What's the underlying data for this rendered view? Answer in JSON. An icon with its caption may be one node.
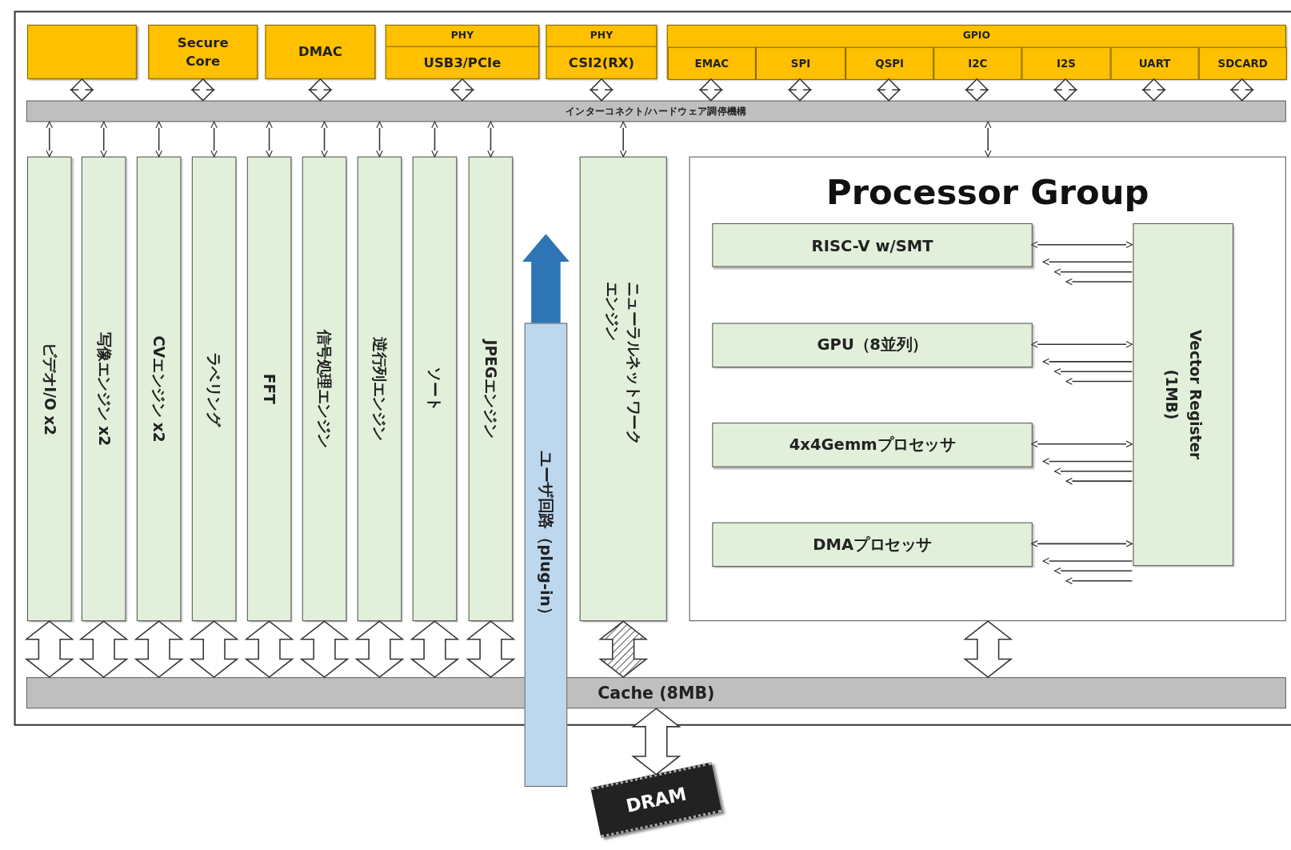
{
  "diagram": {
    "nodes": [
      {
        "text": [],
        "shape": "box"
      },
      {
        "text": [
          "Secure Core"
        ]
      },
      {
        "text": [
          "DMAC"
        ]
      },
      {
        "text": [
          "PHY",
          "USB3/PCIe"
        ]
      },
      {
        "text": [
          "PHY",
          "CSI2(RX)"
        ]
      },
      {
        "text": [
          "GPIO"
        ]
      },
      {
        "text": [
          "EMAC"
        ],
        "in": 5
      },
      {
        "text": [
          "SPI"
        ],
        "in": 5
      },
      {
        "text": [
          "QSPI"
        ],
        "in": 5
      },
      {
        "text": [
          "I2C"
        ],
        "in": 5
      },
      {
        "text": [
          "I2S"
        ],
        "in": 5
      },
      {
        "text": [
          "UART"
        ],
        "in": 5
      },
      {
        "text": [
          "SDCARD"
        ],
        "in": 5
      },
      {
        "text": [
          "インターコネクト/ハードウェア調停機構"
        ]
      },
      {
        "text": [
          "ビデオI/O x2"
        ]
      },
      {
        "text": [
          "写像エンジン x2"
        ]
      },
      {
        "text": [
          "CVエンジン x2"
        ]
      },
      {
        "text": [
          "ラベリング"
        ]
      },
      {
        "text": [
          "FFT"
        ]
      },
      {
        "text": [
          "信号処理エンジン"
        ]
      },
      {
        "text": [
          "逆行列エンジン"
        ]
      },
      {
        "text": [
          "ソート"
        ]
      },
      {
        "text": [
          "JPEGエンジン"
        ]
      },
      {
        "text": [
          "ニューラルネットワークエンジン"
        ]
      },
      {
        "text": [
          "ユーザ回路（plug-in）"
        ]
      },
      {
        "text": [
          "Processor Group"
        ]
      },
      {
        "text": [
          "RISC-V w/SMT"
        ],
        "in": 25
      },
      {
        "text": [
          "GPU（8並列）"
        ],
        "in": 25
      },
      {
        "text": [
          "4x4Gemmプロセッサ"
        ],
        "in": 25
      },
      {
        "text": [
          "DMAプロセッサ"
        ],
        "in": 25
      },
      {
        "text": [
          "Vector Register (1MB)"
        ],
        "in": 25
      },
      {
        "text": [
          "Cache (8MB)"
        ]
      },
      {
        "text": [
          "DRAM"
        ]
      }
    ],
    "edges": [
      {
        "from": 0,
        "to": 13,
        "arrow": "both",
        "style": "thick"
      },
      {
        "from": 1,
        "to": 13,
        "arrow": "both",
        "style": "thick"
      },
      {
        "from": 2,
        "to": 13,
        "arrow": "both",
        "style": "thick"
      },
      {
        "from": 3,
        "to": 13,
        "arrow": "both",
        "style": "thick"
      },
      {
        "from": 4,
        "to": 13,
        "arrow": "both",
        "style": "thick"
      },
      {
        "from": 6,
        "to": 13,
        "arrow": "both",
        "style": "thick"
      },
      {
        "from": 7,
        "to": 13,
        "arrow": "both",
        "style": "thick"
      },
      {
        "from": 8,
        "to": 13,
        "arrow": "both",
        "style": "thick"
      },
      {
        "from": 9,
        "to": 13,
        "arrow": "both",
        "style": "thick"
      },
      {
        "from": 10,
        "to": 13,
        "arrow": "both",
        "style": "thick"
      },
      {
        "from": 11,
        "to": 13,
        "arrow": "both",
        "style": "thick"
      },
      {
        "from": 12,
        "to": 13,
        "arrow": "both",
        "style": "thick"
      },
      {
        "from": 13,
        "to": 14,
        "arrow": "both"
      },
      {
        "from": 13,
        "to": 15,
        "arrow": "both"
      },
      {
        "from": 13,
        "to": 16,
        "arrow": "both"
      },
      {
        "from": 13,
        "to": 17,
        "arrow": "both"
      },
      {
        "from": 13,
        "to": 18,
        "arrow": "both"
      },
      {
        "from": 13,
        "to": 19,
        "arrow": "both"
      },
      {
        "from": 13,
        "to": 20,
        "arrow": "both"
      },
      {
        "from": 13,
        "to": 21,
        "arrow": "both"
      },
      {
        "from": 13,
        "to": 22,
        "arrow": "both"
      },
      {
        "from": 13,
        "to": 23,
        "arrow": "both"
      },
      {
        "from": 13,
        "to": 25,
        "arrow": "both"
      },
      {
        "from": 14,
        "to": 31,
        "arrow": "both",
        "style": "thick"
      },
      {
        "from": 15,
        "to": 31,
        "arrow": "both",
        "style": "thick"
      },
      {
        "from": 16,
        "to": 31,
        "arrow": "both",
        "style": "thick"
      },
      {
        "from": 17,
        "to": 31,
        "arrow": "both",
        "style": "thick"
      },
      {
        "from": 18,
        "to": 31,
        "arrow": "both",
        "style": "thick"
      },
      {
        "from": 19,
        "to": 31,
        "arrow": "both",
        "style": "thick"
      },
      {
        "from": 20,
        "to": 31,
        "arrow": "both",
        "style": "thick"
      },
      {
        "from": 21,
        "to": 31,
        "arrow": "both",
        "style": "thick"
      },
      {
        "from": 22,
        "to": 31,
        "arrow": "both",
        "style": "thick"
      },
      {
        "from": 23,
        "to": 31,
        "arrow": "both",
        "style": "thick"
      },
      {
        "from": 25,
        "to": 31,
        "arrow": "both",
        "style": "thick"
      },
      {
        "from": 31,
        "to": 32,
        "arrow": "both",
        "style": "thick"
      },
      {
        "from": 24,
        "to": null,
        "arrow": "to",
        "style": "thick",
        "color": "#2e75b6"
      },
      {
        "from": 26,
        "to": 30,
        "arrow": "both"
      },
      {
        "from": 30,
        "to": 26,
        "arrow": "to"
      },
      {
        "from": 30,
        "to": 26,
        "arrow": "to"
      },
      {
        "from": 30,
        "to": 26,
        "arrow": "to"
      },
      {
        "from": 27,
        "to": 30,
        "arrow": "both"
      },
      {
        "from": 30,
        "to": 27,
        "arrow": "to"
      },
      {
        "from": 30,
        "to": 27,
        "arrow": "to"
      },
      {
        "from": 30,
        "to": 27,
        "arrow": "to"
      },
      {
        "from": 28,
        "to": 30,
        "arrow": "both"
      },
      {
        "from": 30,
        "to": 28,
        "arrow": "to"
      },
      {
        "from": 30,
        "to": 28,
        "arrow": "to"
      },
      {
        "from": 30,
        "to": 28,
        "arrow": "to"
      },
      {
        "from": 29,
        "to": 30,
        "arrow": "both"
      },
      {
        "from": 30,
        "to": 29,
        "arrow": "to"
      },
      {
        "from": 30,
        "to": 29,
        "arrow": "to"
      },
      {
        "from": 30,
        "to": 29,
        "arrow": "to"
      }
    ]
  }
}
